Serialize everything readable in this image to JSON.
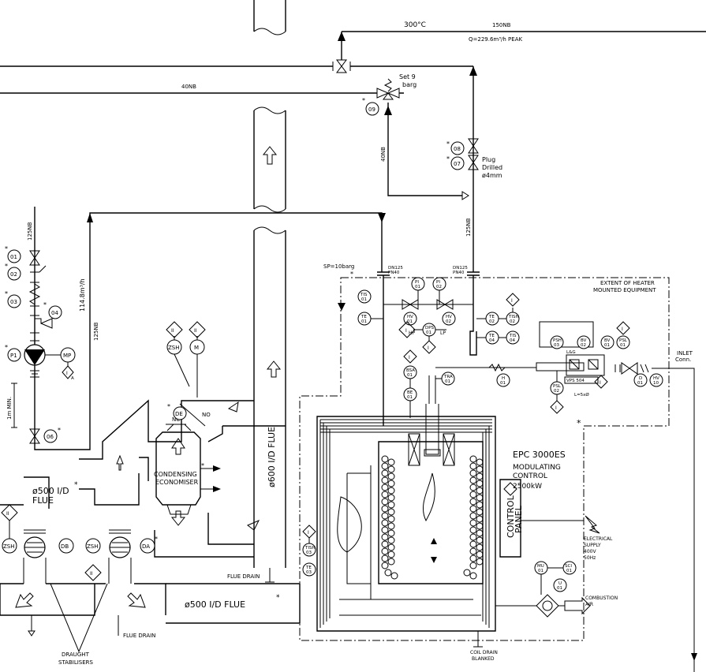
{
  "pipes": {
    "temp_label": "300°C",
    "main_nb": "150NB",
    "flow_label": "Q=229.6m³/h  PEAK",
    "bypass_nb": "40NB",
    "bypass_vertical_nb": "40NB",
    "riser_nb": "125NB",
    "pump_suction_nb": "125NB",
    "pump_discharge_nb": "125NB",
    "pump_flow": "114.8m³/h",
    "min_height": "1m MIN."
  },
  "relief_valve": {
    "line1": "Set 9",
    "line2": "barg",
    "tag": "09",
    "star": "*"
  },
  "plug_valve": {
    "line1": "Plug",
    "line2": "Drilled",
    "line3": "ø4mm",
    "tag_top": "08",
    "tag_bottom": "07"
  },
  "heater": {
    "sp_label": "SP=10barg",
    "dn_left_1": "DN125",
    "dn_left_2": "PN40",
    "dn_right_1": "DN125",
    "dn_right_2": "PN40",
    "extent_1": "EXTENT OF HEATER",
    "extent_2": "MOUNTED EQUIPMENT",
    "model": "EPC  3000ES",
    "control_1": "MODULATING",
    "control_2": "CONTROL",
    "power": "2500kW",
    "panel_1": "CONTROL",
    "panel_2": "PANEL",
    "coil_drain_1": "COIL DRAIN",
    "coil_drain_2": "BLANKED",
    "electrical_1": "ELECTRICAL",
    "electrical_2": "SUPPLY",
    "electrical_3": "400V",
    "electrical_4": "50Hz",
    "combustion_1": "COMBUSTION",
    "combustion_2": "AIR",
    "inlet_1": "INLET",
    "inlet_2": "Conn.",
    "vps_label": "VPS 504",
    "lg_label": "L&G",
    "length_label": "L=5xØ",
    "hp_label": "HP",
    "lp_label": "LP"
  },
  "flue": {
    "flue600": "ø600  I/D  FLUE",
    "flue500_top_1": "ø500  I/D",
    "flue500_top_2": "FLUE",
    "flue500_bottom": "ø500  I/D  FLUE",
    "flue_drain_1": "FLUE DRAIN",
    "flue_drain_2": "FLUE DRAIN",
    "draught_1": "DRAUGHT",
    "draught_2": "STABILISERS",
    "economiser_1": "CONDENSING",
    "economiser_2": "ECONOMISER",
    "nc": "NC",
    "no": "NO"
  },
  "instruments": {
    "TE01": [
      "TE",
      "01"
    ],
    "TE02": [
      "TE",
      "02"
    ],
    "TE03": [
      "TE",
      "03"
    ],
    "TE04": [
      "TE",
      "04"
    ],
    "TIS01": [
      "TIS",
      "01"
    ],
    "TISH02": [
      "TISH",
      "02"
    ],
    "TISH03": [
      "TISH",
      "03"
    ],
    "TIS04": [
      "TIS",
      "04"
    ],
    "PI01": [
      "PI",
      "01"
    ],
    "PI02": [
      "PI",
      "02"
    ],
    "HV01": [
      "HV",
      "01"
    ],
    "HV02": [
      "HV",
      "02"
    ],
    "HV10": [
      "HV",
      "10"
    ],
    "DPS01": [
      "DPS",
      "01"
    ],
    "BSA01": [
      "BSA",
      "01"
    ],
    "BE01": [
      "BE",
      "01"
    ],
    "TRA01": [
      "TRA",
      "01"
    ],
    "H01": [
      "H",
      "01"
    ],
    "PSL02": [
      "PSL",
      "02"
    ],
    "PSL01": [
      "PSL",
      "01"
    ],
    "PSH03": [
      "PSH",
      "03"
    ],
    "BV02": [
      "BV",
      "02"
    ],
    "BV01": [
      "BV",
      "01"
    ],
    "D01": [
      "D",
      "01"
    ],
    "MU01": [
      "MU",
      "01"
    ],
    "SCI01": [
      "SCI",
      "01"
    ],
    "U01": [
      "U",
      "01"
    ],
    "ZSH": "ZSH",
    "M": "M",
    "DE": "DE",
    "DB": "DB",
    "DA": "DA",
    "P1": "P1",
    "MP": "MP",
    "V01": "01",
    "V02": "02",
    "V03": "03",
    "V04": "04",
    "V06": "06",
    "diamond_I": "I",
    "diamond_II": "II",
    "diamond_IA": "I",
    "sub_A": "A"
  }
}
